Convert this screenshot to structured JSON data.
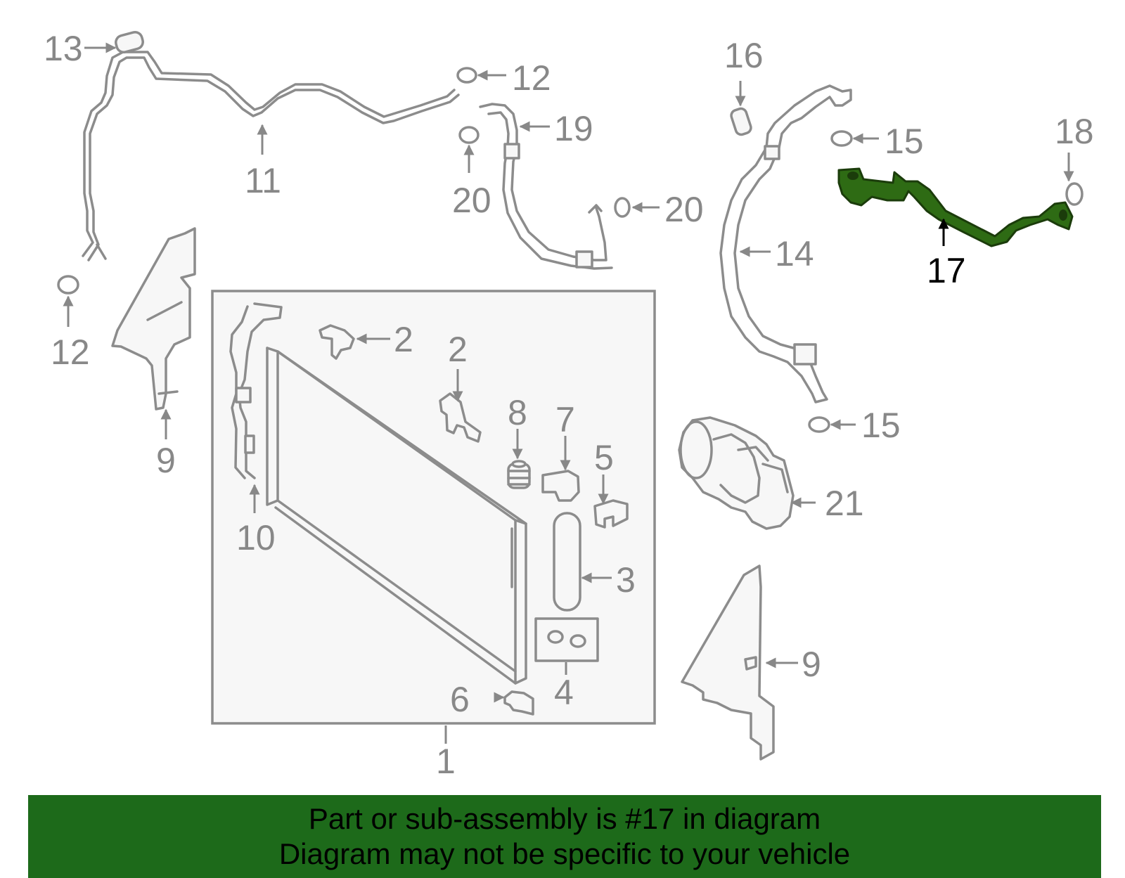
{
  "colors": {
    "highlight_part": "#2e6b14",
    "banner_background": "#1d6a1a",
    "line_art": "#8c8c8c",
    "assembly_box_fill": "#f7f7f7",
    "callout_text": "#888888",
    "highlight_callout_text": "#000000"
  },
  "highlighted_callout": "17",
  "callouts": {
    "c1": "1",
    "c2a": "2",
    "c2b": "2",
    "c3": "3",
    "c4": "4",
    "c5": "5",
    "c6": "6",
    "c7": "7",
    "c8": "8",
    "c9a": "9",
    "c9b": "9",
    "c10": "10",
    "c11": "11",
    "c12a": "12",
    "c12b": "12",
    "c13": "13",
    "c14": "14",
    "c15a": "15",
    "c15b": "15",
    "c16": "16",
    "c17": "17",
    "c18": "18",
    "c19": "19",
    "c20a": "20",
    "c20b": "20",
    "c21": "21"
  },
  "banner": {
    "line1": "Part or sub-assembly is #17 in diagram",
    "line2": "Diagram may not be specific to your vehicle"
  }
}
